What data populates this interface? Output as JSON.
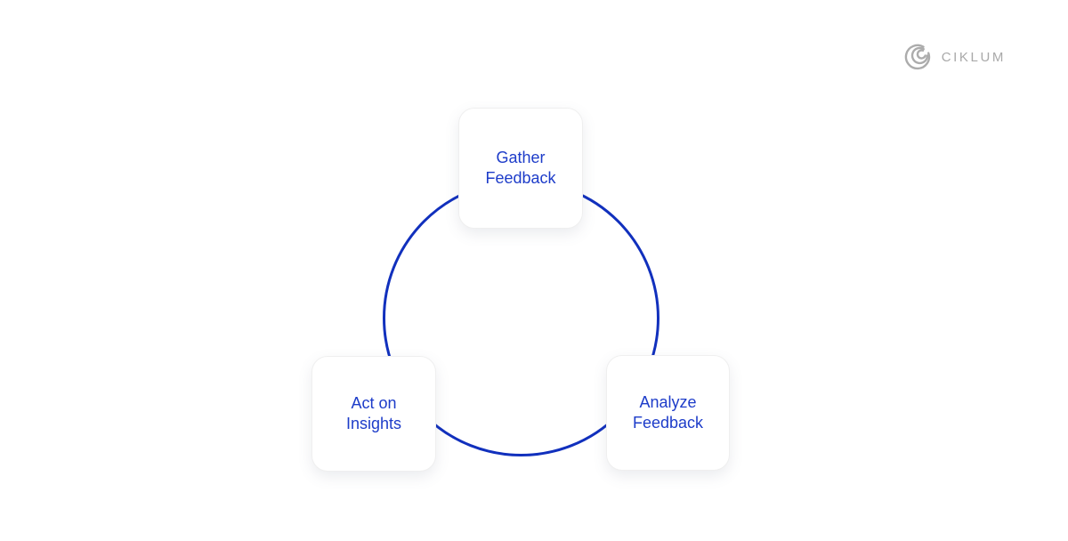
{
  "page": {
    "background": "#ffffff"
  },
  "logo": {
    "brand": "CIKLUM",
    "icon": "ciklum-arcs-icon",
    "color": "#a9a9a9"
  },
  "colors": {
    "page_background": "#ffffff",
    "circle_stroke": "#1130bd",
    "node_text": "#1d3cc9",
    "node_background": "#ffffff",
    "node_border": "#efefef",
    "logo_color": "#a9a9a9"
  },
  "diagram": {
    "type": "cycle",
    "nodes": [
      {
        "id": "gather-feedback",
        "position": "top",
        "lines": [
          "Gather",
          "Feedback"
        ]
      },
      {
        "id": "analyze-feedback",
        "position": "bottom-right",
        "lines": [
          "Analyze",
          "Feedback"
        ]
      },
      {
        "id": "act-on-insights",
        "position": "bottom-left",
        "lines": [
          "Act on",
          "Insights"
        ]
      }
    ]
  }
}
